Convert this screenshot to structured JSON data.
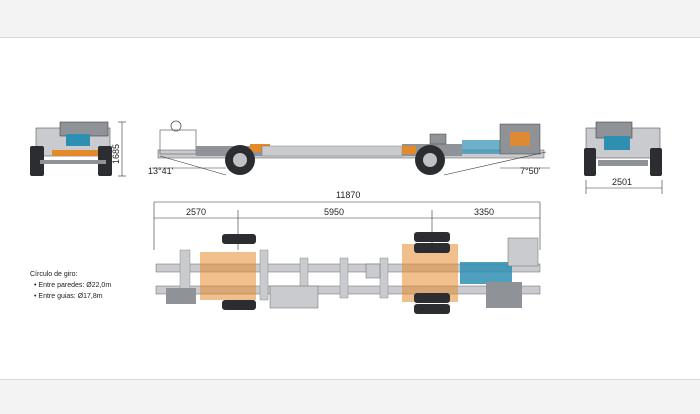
{
  "colors": {
    "chassis_gray": "#8f9296",
    "light_gray": "#c9cbce",
    "dark": "#2b2d30",
    "orange": "#e58a2b",
    "blue": "#2f8fb3",
    "line": "#333333"
  },
  "dimensions": {
    "front_height": "1685",
    "angle_front": "13°41'",
    "angle_rear": "7°50'",
    "rear_width": "2501",
    "total_length": "11870",
    "front_overhang": "2570",
    "wheelbase": "5950",
    "rear_overhang": "3350"
  },
  "turning": {
    "title": "Círculo de giro:",
    "walls": "• Entre paredes: Ø22,0m",
    "curbs": "• Entre guias: Ø17,8m"
  }
}
